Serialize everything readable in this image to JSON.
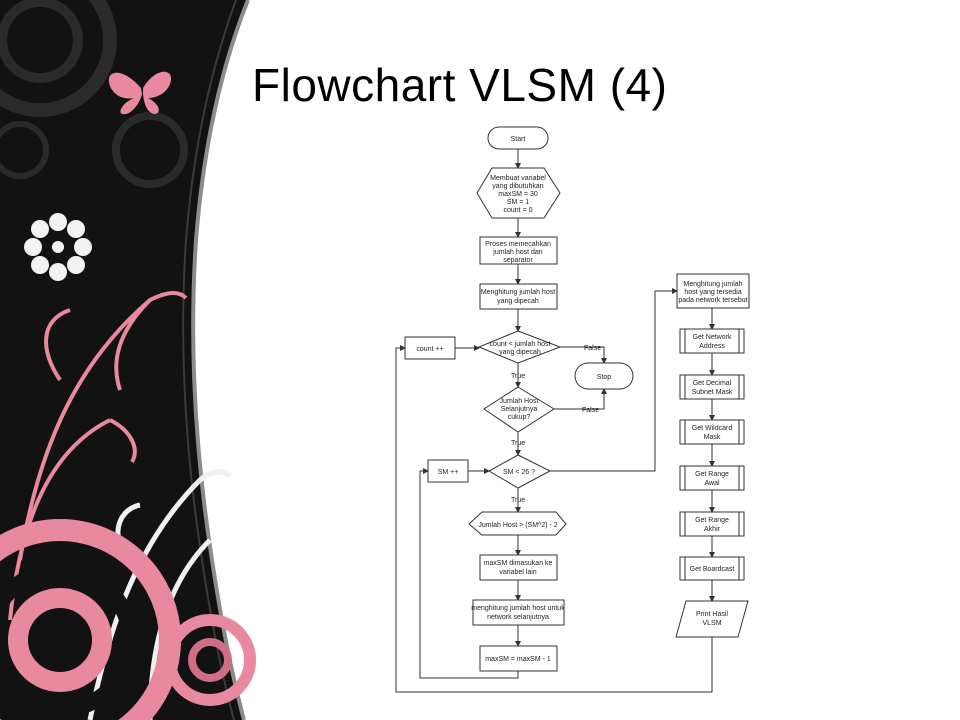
{
  "slide": {
    "title": "Flowchart VLSM (4)",
    "accent": "#e8899f",
    "background": "#111111"
  },
  "flowchart": {
    "nodes": {
      "start": "Start",
      "init": [
        "Membuat variabel",
        "yang dibutuhkan",
        "maxSM = 30",
        "SM = 1",
        "count = 0"
      ],
      "split": [
        "Proses memecahkan",
        "jumlah host dan",
        "separator"
      ],
      "count_split": [
        "Menghitung jumlah host",
        "yang dipecah"
      ],
      "cond_count": [
        "count < jumlah host",
        "yang dipecah"
      ],
      "count_inc": "count ++",
      "stop": "Stop",
      "cond_host": [
        "Jumlah Host",
        "Selanjutnya",
        "cukup?"
      ],
      "cond_sm": "SM < 26 ?",
      "sm_inc": "SM ++",
      "cond_jumlah": "Jumlah Host > (SM^2) - 2",
      "assign_max": [
        "maxSM dimasukan ke",
        "variabel lain"
      ],
      "next_net": [
        "menghitung jumlah host untuk",
        "network selanjutnya"
      ],
      "max_dec": "maxSM = maxSM - 1",
      "avail_host": [
        "Menghitung jumlah",
        "host yang tersedia",
        "pada network tersebut"
      ],
      "get_net": [
        "Get Network",
        "Address"
      ],
      "get_dec": [
        "Get Decimal",
        "Subnet Mask"
      ],
      "get_wild": [
        "Get Wildcard",
        "Mask"
      ],
      "get_awal": [
        "Get Range",
        "Awal"
      ],
      "get_akhir": [
        "Get Range",
        "Akhir"
      ],
      "get_bc": "Get Boardcast",
      "print": [
        "Print Hasil",
        "VLSM"
      ]
    },
    "edge_labels": {
      "false_1": "False",
      "false_2": "False",
      "true_1": "True",
      "true_2": "True",
      "true_3": "True"
    }
  }
}
